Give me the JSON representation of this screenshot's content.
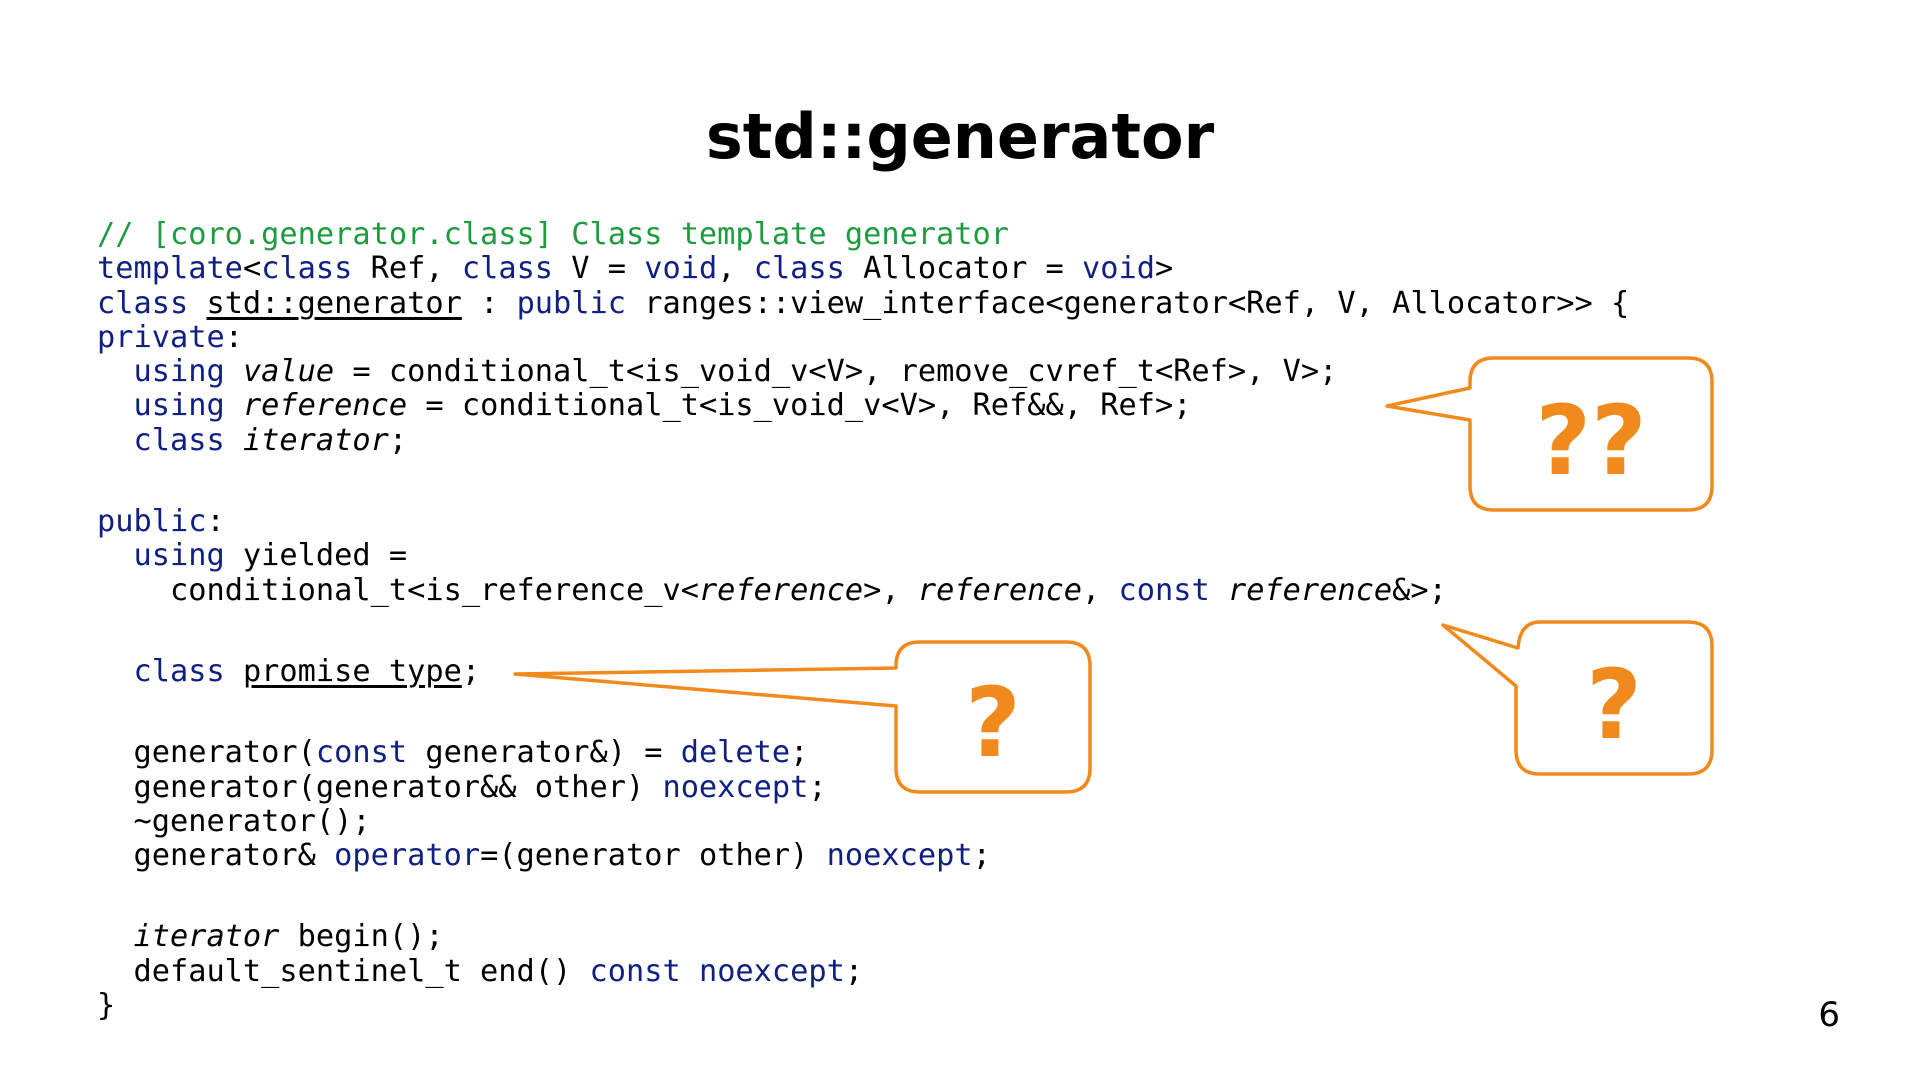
{
  "slide": {
    "title": "std::generator",
    "page_number": "6",
    "accent_color": "#f08a1c"
  },
  "code": {
    "comment_color": "#1e9b3f",
    "keyword_color": "#0f1f82",
    "l1": {
      "comment": "// [coro.generator.class] Class template generator"
    },
    "l2": {
      "kw1": "template",
      "p1": "<",
      "kw2": "class",
      "p2": " Ref, ",
      "kw3": "class",
      "p3": " V = ",
      "kw4": "void",
      "p4": ", ",
      "kw5": "class",
      "p5": " Allocator = ",
      "kw6": "void",
      "p6": ">"
    },
    "l3": {
      "kw1": "class",
      "sp1": " ",
      "name": "std::generator",
      "p1": " : ",
      "kw2": "public",
      "p2": " ranges::view_interface<generator<Ref, V, Allocator>> {"
    },
    "l4": {
      "kw1": "private",
      "p1": ":"
    },
    "l5": {
      "ind": "  ",
      "kw1": "using",
      "sp1": " ",
      "it1": "value",
      "p1": " = conditional_t<is_void_v<V>, remove_cvref_t<Ref>, V>;"
    },
    "l6": {
      "ind": "  ",
      "kw1": "using",
      "sp1": " ",
      "it1": "reference",
      "p1": " = conditional_t<is_void_v<V>, Ref&&, Ref>;"
    },
    "l7": {
      "ind": "  ",
      "kw1": "class",
      "sp1": " ",
      "it1": "iterator",
      "p1": ";"
    },
    "l8": {
      "kw1": "public",
      "p1": ":"
    },
    "l9": {
      "ind": "  ",
      "kw1": "using",
      "p1": " yielded ="
    },
    "l10": {
      "ind": "    ",
      "p1": "conditional_t<is_reference_v<",
      "it1": "reference",
      "p2": ">, ",
      "it2": "reference",
      "p3": ", ",
      "kw1": "const",
      "sp1": " ",
      "it3": "reference",
      "p4": "&>;"
    },
    "l11": {
      "ind": "  ",
      "kw1": "class",
      "sp1": " ",
      "name": "promise_type",
      "p1": ";"
    },
    "l12": {
      "ind": "  ",
      "p1": "generator(",
      "kw1": "const",
      "p2": " generator&) = ",
      "kw2": "delete",
      "p3": ";"
    },
    "l13": {
      "ind": "  ",
      "p1": "generator(generator&& other) ",
      "kw1": "noexcept",
      "p2": ";"
    },
    "l14": {
      "ind": "  ",
      "p1": "~generator();"
    },
    "l15": {
      "ind": "  ",
      "p1": "generator& ",
      "kw1": "operator",
      "p2": "=(generator other) ",
      "kw2": "noexcept",
      "p3": ";"
    },
    "l16": {
      "ind": "  ",
      "it1": "iterator",
      "p1": " begin();"
    },
    "l17": {
      "ind": "  ",
      "p1": "default_sentinel_t end() ",
      "kw1": "const",
      "sp1": " ",
      "kw2": "noexcept",
      "p2": ";"
    },
    "l18": {
      "p1": "}"
    }
  },
  "callouts": [
    {
      "text": "??"
    },
    {
      "text": "?"
    },
    {
      "text": "?"
    }
  ]
}
